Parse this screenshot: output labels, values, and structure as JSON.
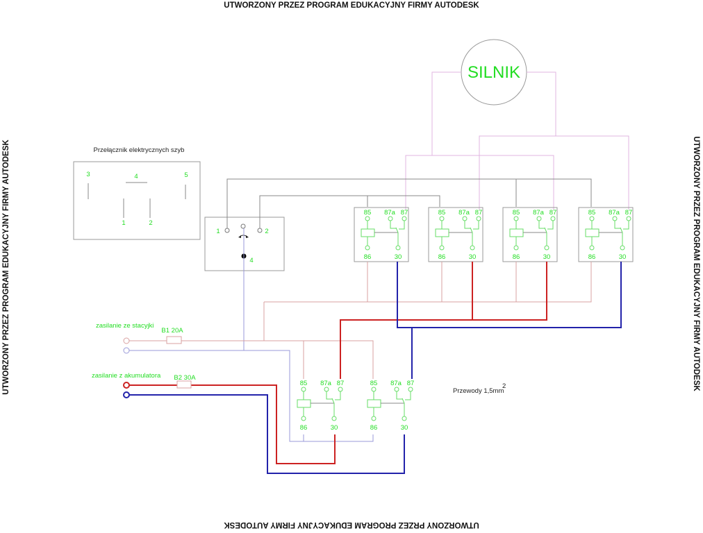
{
  "watermark": {
    "top": "UTWORZONY PRZEZ PROGRAM EDUKACYJNY FIRMY AUTODESK",
    "bottom": "UTWORZONY PRZEZ PROGRAM EDUKACYJNY FIRMY AUTODESK",
    "left": "UTWORZONY PRZEZ PROGRAM EDUKACYJNY FIRMY AUTODESK",
    "right": "UTWORZONY PRZEZ PROGRAM EDUKACYJNY FIRMY AUTODESK"
  },
  "motor": {
    "label": "SILNIK"
  },
  "switch_legend": {
    "title": "Przełącznik elektrycznych szyb",
    "pins": [
      "3",
      "4",
      "5",
      "1",
      "2"
    ]
  },
  "switch": {
    "pins": [
      "1",
      "2",
      "4"
    ]
  },
  "relay_pins": {
    "p85": "85",
    "p87a": "87a",
    "p87": "87",
    "p86": "86",
    "p30": "30"
  },
  "relays_top_count": 4,
  "relays_bottom_count": 2,
  "supply": {
    "ignition_label": "zasilanie ze stacyjki",
    "fuse1": "B1 20A",
    "battery_label": "zasilanie z akumulatora",
    "fuse2": "B2 30A"
  },
  "note": {
    "text": "Przewody 1,5mm",
    "superscript": "2"
  },
  "colors": {
    "label_green": "#22dd22",
    "wire_red": "#cc2222",
    "wire_blue": "#2222aa",
    "wire_pink": "#e0b4e0",
    "wire_light_red": "#d9a0a0",
    "wire_grey": "#888888"
  }
}
